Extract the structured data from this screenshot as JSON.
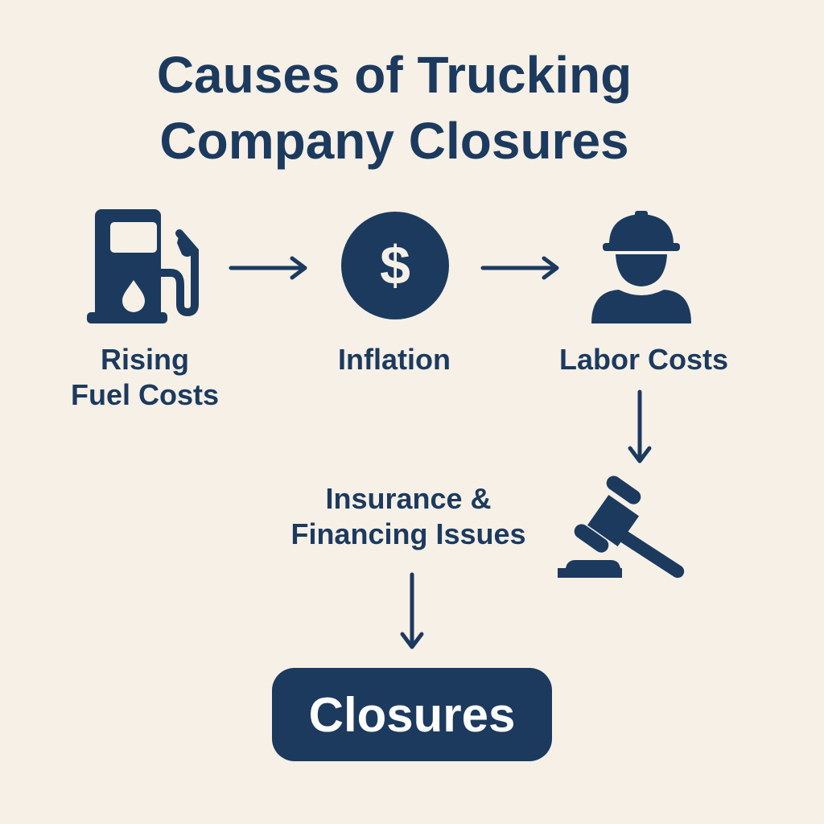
{
  "title": {
    "line1": "Causes of Trucking",
    "line2": "Company Closures"
  },
  "nodes": {
    "fuel": {
      "line1": "Rising",
      "line2": "Fuel Costs",
      "icon": "fuel-pump-icon"
    },
    "inflation": {
      "label": "Inflation",
      "icon": "dollar-icon"
    },
    "labor": {
      "label": "Labor Costs",
      "icon": "worker-icon"
    },
    "insurance": {
      "line1": "Insurance &",
      "line2": "Financing Issues",
      "icon": "gavel-icon"
    },
    "closures": {
      "label": "Closures"
    }
  },
  "colors": {
    "primary": "#1c3a5e",
    "background": "#f6f0e7"
  }
}
